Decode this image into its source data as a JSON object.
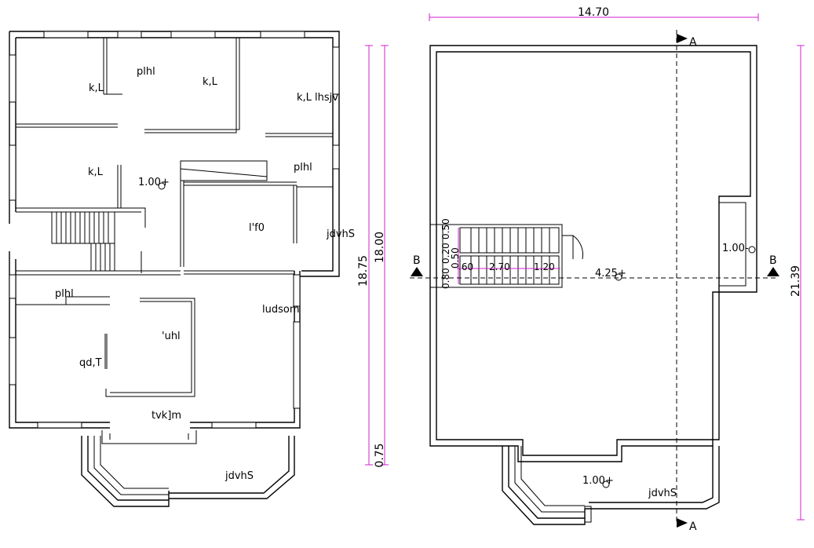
{
  "left_plan": {
    "rooms": {
      "top_left": "k,L",
      "top_hall": "plhl",
      "top_mid": "k,L",
      "top_right": "k,L lhsjv",
      "mid_left": "k,L",
      "mid_right": "plhl",
      "center": "l'f0",
      "kitchen_label": "plhl",
      "dining": "'uhl",
      "drawing": "qd,T",
      "living": "ludsom",
      "entrance": "tvk]m",
      "side_porch": "jdvhS",
      "front_porch": "jdvhS"
    },
    "level": "1.00+",
    "dimensions": {
      "outer": "18.75",
      "inner": "18.00",
      "offset": "0.75"
    }
  },
  "right_plan": {
    "width_dim": "14.70",
    "height_dim": "21.39",
    "section_a_top": "A",
    "section_a_bottom": "A",
    "section_b_left": "B",
    "section_b_right": "B",
    "roof_level": "4.25+",
    "right_level": "1.00-",
    "porch_level": "1.00+",
    "porch_label": "jdvhS",
    "stair_dims": {
      "d1": "0.80",
      "d2": "0.20",
      "d3": "0.50",
      "d4": "0.50",
      "d5": ".60",
      "d6": "2.70",
      "d7": "1.20"
    }
  }
}
